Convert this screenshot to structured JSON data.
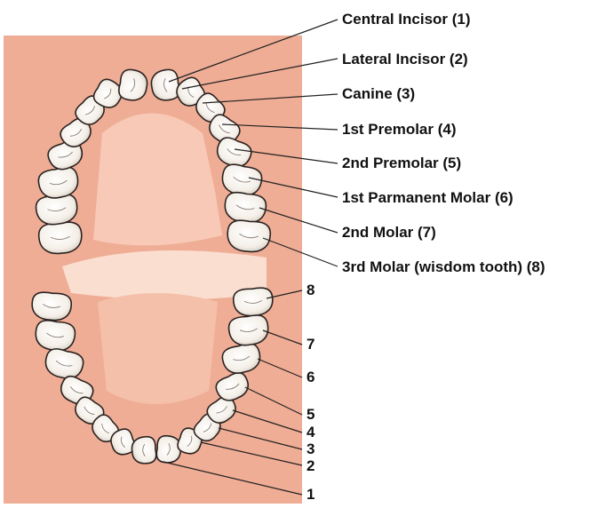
{
  "colors": {
    "gum": "#f2b39a",
    "gum_dark": "#e9967f",
    "palate": "#f6c6b2",
    "tooth_fill": "#fbf6f0",
    "tooth_shadow": "#d9d2c8",
    "tooth_outline": "#2a2220",
    "leader_line": "#222222",
    "label_text": "#111111"
  },
  "upper_labels": [
    "Central Incisor (1)",
    "Lateral Incisor (2)",
    "Canine (3)",
    "1st Premolar (4)",
    "2nd Premolar (5)",
    "1st Parmanent Molar (6)",
    "2nd Molar (7)",
    "3rd Molar (wisdom tooth) (8)"
  ],
  "lower_numbers": [
    "8",
    "7",
    "6",
    "5",
    "4",
    "3",
    "2",
    "1"
  ]
}
